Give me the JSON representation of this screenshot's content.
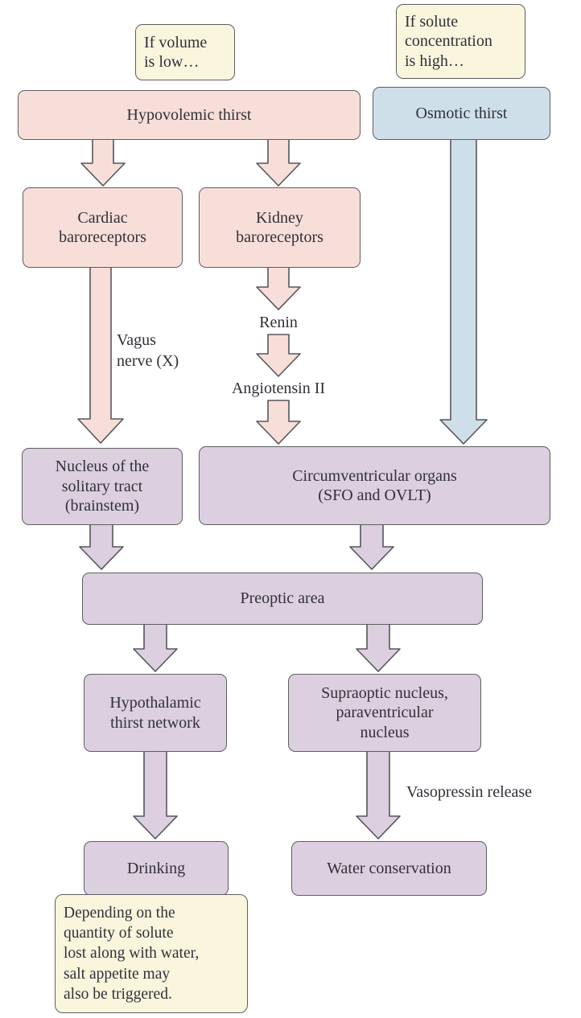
{
  "colors": {
    "pink": "#f8ded9",
    "blue": "#cfdfe9",
    "purple": "#dccfe0",
    "cream": "#faf5dd",
    "border": "#5d5e60",
    "text": "#303138"
  },
  "notes": {
    "volume": "If volume\nis low…",
    "solute": "If solute\nconcentration\nis high…",
    "salt": "Depending on the\nquantity of solute\nlost along with water,\nsalt appetite may\nalso be triggered."
  },
  "nodes": {
    "hypovolemic": "Hypovolemic thirst",
    "osmotic": "Osmotic thirst",
    "cardiac": "Cardiac\nbaroreceptors",
    "kidney": "Kidney\nbaroreceptors",
    "nst": "Nucleus of the\nsolitary tract\n(brainstem)",
    "cvo": "Circumventricular organs\n(SFO and OVLT)",
    "preoptic": "Preoptic area",
    "hypothalamic": "Hypothalamic\nthirst network",
    "supraoptic": "Supraoptic nucleus,\nparaventricular\nnucleus",
    "drinking": "Drinking",
    "water": "Water conservation"
  },
  "labels": {
    "vagus": "Vagus\nnerve (X)",
    "renin": "Renin",
    "angiotensin": "Angiotensin II",
    "vasopressin": "Vasopressin release"
  },
  "edges": [
    {
      "from": "Hypovolemic thirst",
      "to": "Cardiac baroreceptors"
    },
    {
      "from": "Hypovolemic thirst",
      "to": "Kidney baroreceptors"
    },
    {
      "from": "Cardiac baroreceptors",
      "to": "Nucleus of the solitary tract (brainstem)",
      "via": "Vagus nerve (X)"
    },
    {
      "from": "Kidney baroreceptors",
      "to": "Renin"
    },
    {
      "from": "Renin",
      "to": "Angiotensin II"
    },
    {
      "from": "Angiotensin II",
      "to": "Circumventricular organs (SFO and OVLT)"
    },
    {
      "from": "Osmotic thirst",
      "to": "Circumventricular organs (SFO and OVLT)"
    },
    {
      "from": "Nucleus of the solitary tract (brainstem)",
      "to": "Preoptic area"
    },
    {
      "from": "Circumventricular organs (SFO and OVLT)",
      "to": "Preoptic area"
    },
    {
      "from": "Preoptic area",
      "to": "Hypothalamic thirst network"
    },
    {
      "from": "Preoptic area",
      "to": "Supraoptic nucleus, paraventricular nucleus"
    },
    {
      "from": "Hypothalamic thirst network",
      "to": "Drinking"
    },
    {
      "from": "Supraoptic nucleus, paraventricular nucleus",
      "to": "Water conservation",
      "via": "Vasopressin release"
    }
  ]
}
